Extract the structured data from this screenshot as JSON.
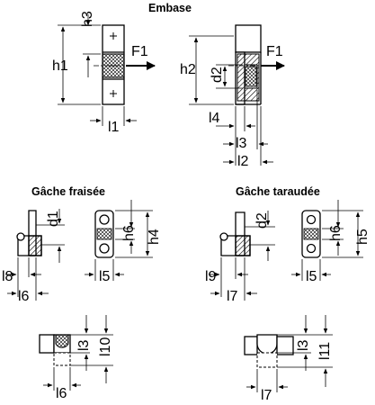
{
  "sections": {
    "embase": "Embase",
    "gache_fraisee": "Gâche fraisée",
    "gache_taraudee": "Gâche taraudée"
  },
  "dims": {
    "h1": "h1",
    "h2": "h2",
    "h3": "h3",
    "h4": "h4",
    "h5": "h5",
    "h6": "h6",
    "d1": "d1",
    "d2": "d2",
    "F1": "F1",
    "l1": "l1",
    "l2": "l2",
    "l3": "l3",
    "l4": "l4",
    "l5": "l5",
    "l6": "l6",
    "l7": "l7",
    "l8": "l8",
    "l9": "l9",
    "l10": "l10",
    "l11": "l11"
  }
}
